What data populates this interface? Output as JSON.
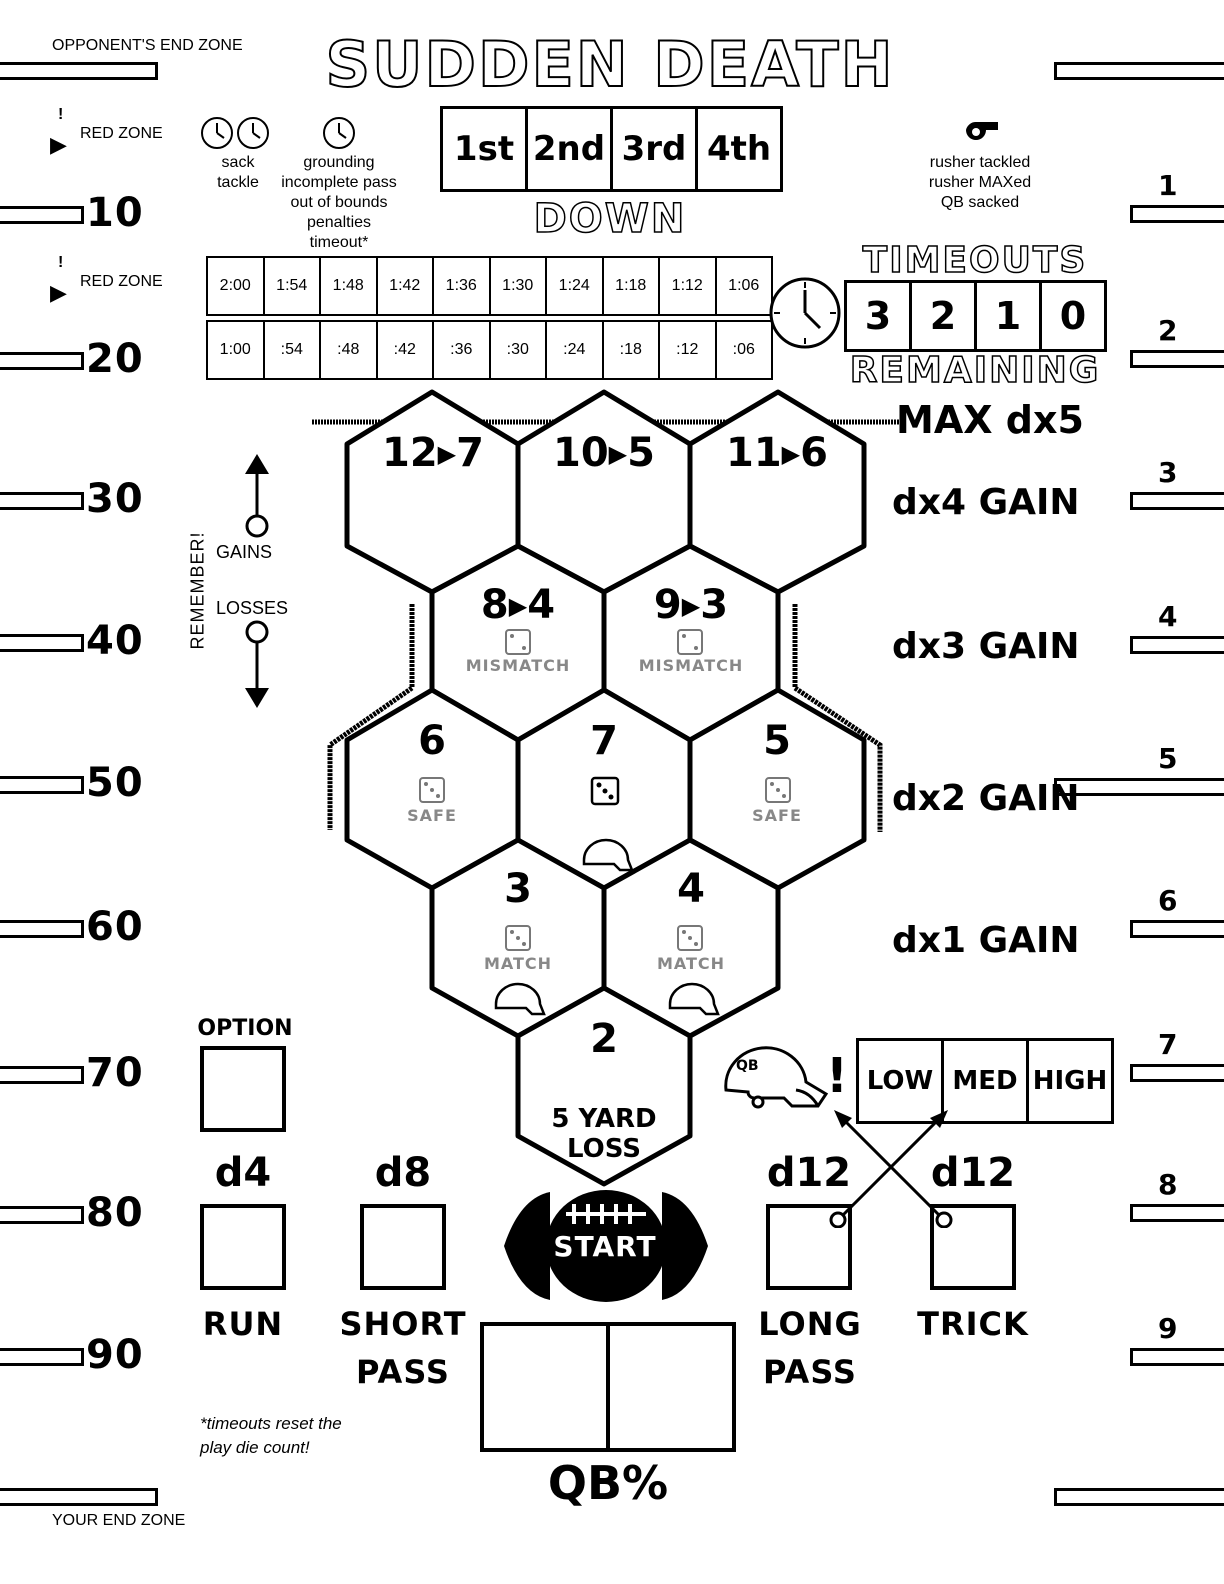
{
  "field": {
    "opp_end_zone": "OPPONENT'S END ZONE",
    "your_end_zone": "YOUR END ZONE",
    "red_zone": "RED ZONE",
    "red_zone_mark": "!",
    "yard_lines": [
      "10",
      "20",
      "30",
      "40",
      "50",
      "60",
      "70",
      "80",
      "90"
    ],
    "right_marks": [
      "1",
      "2",
      "3",
      "4",
      "5",
      "6",
      "7",
      "8",
      "9"
    ]
  },
  "title": "SUDDEN DEATH",
  "clock_legend": {
    "two_clocks_label": "sack\ntackle",
    "one_clock_label": "grounding\nincomplete pass\nout of bounds\npenalties\ntimeout*"
  },
  "downs": {
    "items": [
      "1st",
      "2nd",
      "3rd",
      "4th"
    ],
    "label": "DOWN"
  },
  "whistle_legend": "rusher tackled\nrusher MAXed\nQB sacked",
  "game_clock": {
    "row1": [
      "2:00",
      "1:54",
      "1:48",
      "1:42",
      "1:36",
      "1:30",
      "1:24",
      "1:18",
      "1:12",
      "1:06"
    ],
    "row2": [
      "1:00",
      ":54",
      ":48",
      ":42",
      ":36",
      ":30",
      ":24",
      ":18",
      ":12",
      ":06"
    ]
  },
  "timeouts": {
    "title": "TIMEOUTS",
    "values": [
      "3",
      "2",
      "1",
      "0"
    ],
    "subtitle": "REMAINING"
  },
  "remember": {
    "label": "REMEMBER!",
    "gains": "GAINS",
    "losses": "LOSSES"
  },
  "hexes": {
    "h12": "12",
    "h7top": "7",
    "h10": "10",
    "h5top": "5",
    "h11": "11",
    "h6top": "6",
    "h8": "8",
    "h4mid": "4",
    "h9": "9",
    "h3mid": "3",
    "mismatch": "MISMATCH",
    "h6": "6",
    "h7": "7",
    "h5": "5",
    "safe": "SAFE",
    "h3": "3",
    "h4": "4",
    "match": "MATCH",
    "h2": "2",
    "loss": "5 YARD\nLOSS",
    "bang": "!"
  },
  "gains": {
    "max": "MAX dx5",
    "dx4": "dx4 GAIN",
    "dx3": "dx3 GAIN",
    "dx2": "dx2 GAIN",
    "dx1": "dx1 GAIN"
  },
  "plays": {
    "option": "OPTION",
    "run_die": "d4",
    "run": "RUN",
    "short_die": "d8",
    "short": "SHORT\nPASS",
    "long_die": "d12",
    "long": "LONG\nPASS",
    "trick_die": "d12",
    "trick": "TRICK",
    "start": "START",
    "qb_pct": "QB%"
  },
  "qb_risk": {
    "helmet_label": "QB",
    "bang": "!",
    "levels": [
      "LOW",
      "MED",
      "HIGH"
    ]
  },
  "footnote": "*timeouts reset the\nplay die count!"
}
